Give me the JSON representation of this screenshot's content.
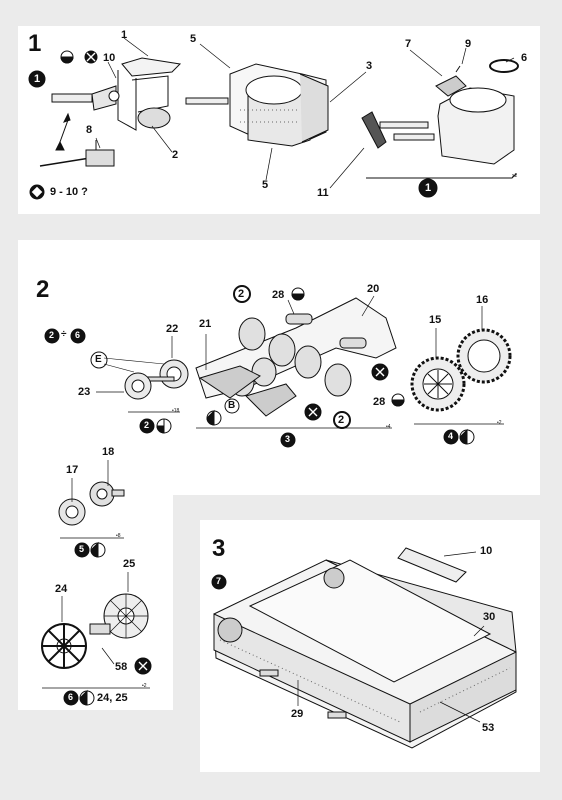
{
  "step1": {
    "number": "1",
    "parts": [
      "1",
      "10",
      "8",
      "2",
      "5",
      "3",
      "5",
      "7",
      "9",
      "6",
      "11"
    ],
    "sub_ref": "1",
    "note": "9 - 10 ?",
    "mult": "x2"
  },
  "step2": {
    "number": "2",
    "range_a": "2",
    "range_sep": "÷",
    "range_b": "6",
    "parts": [
      "22",
      "23",
      "21",
      "28",
      "2",
      "20",
      "15",
      "16",
      "28",
      "2",
      "17",
      "18",
      "25",
      "24",
      "58"
    ],
    "letters": [
      "E",
      "B"
    ],
    "mults": [
      "•18",
      "•4",
      "•2",
      "•8",
      "•2"
    ],
    "sub_refs": [
      "2",
      "3",
      "4",
      "5",
      "6"
    ],
    "ref_24_25": "24, 25"
  },
  "step3": {
    "number": "3",
    "sub_ref": "7",
    "parts": [
      "10",
      "30",
      "29",
      "53"
    ]
  },
  "icons": {
    "paint": "paint-icon",
    "glue": "glue-icon",
    "cross": "no-glue-icon"
  }
}
